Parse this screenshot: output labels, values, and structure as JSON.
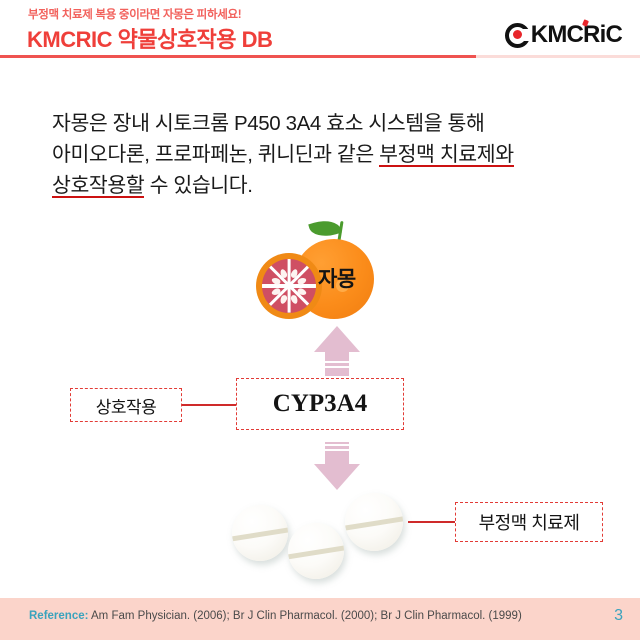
{
  "header": {
    "subtitle": "부정맥 치료제 복용 중이라면 자몽은 피하세요!",
    "title": "KMCRIC 약물상호작용 DB",
    "logo_text": "KMCRiC",
    "divider_color": "#ef5350",
    "title_color": "#ef3f3a"
  },
  "body": {
    "line1": "자몽은 장내 시토크롬 P450 3A4 효소 시스템을 통해",
    "line2_a": "아미오다론, 프로파페논, 퀴니딘과 같은 ",
    "line2_underlined": "부정맥 치료제와",
    "line3_underlined": "상호작용할",
    "line3_b": " 수 있습니다.",
    "underline_color": "#cc1111"
  },
  "diagram": {
    "fruit_label": "자몽",
    "enzyme_box": "CYP3A4",
    "interaction_box": "상호작용",
    "drug_box": "부정맥 치료제",
    "box_border_color": "#e23b36",
    "arrow_color": "#e3bdd0",
    "connector_color": "#cf2a2a",
    "pill_count": 3
  },
  "footer": {
    "reference_label": "Reference:",
    "reference_text": " Am Fam Physician. (2006); Br J Clin Pharmacol. (2000); Br J Clin Pharmacol. (1999)",
    "page_number": "3",
    "background_color": "#fbd4ca",
    "accent_color": "#3aa3bd"
  }
}
